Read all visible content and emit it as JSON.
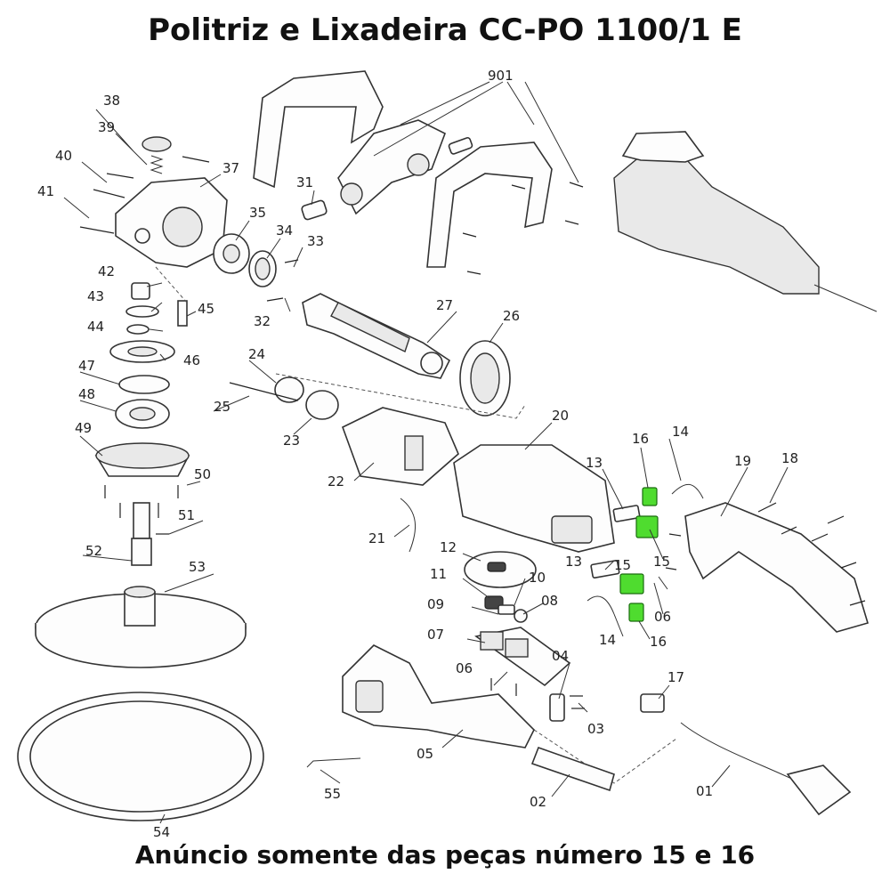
{
  "title": "Politriz e Lixadeira CC-PO 1100/1 E",
  "footer": "Anúncio somente das peças número 15 e 16",
  "highlight_color": "#4fdc2f",
  "labels": {
    "p01": "01",
    "p02": "02",
    "p03": "03",
    "p04": "04",
    "p05": "05",
    "p06a": "06",
    "p06b": "06",
    "p07": "07",
    "p08": "08",
    "p09": "09",
    "p10": "10",
    "p11": "11",
    "p12": "12",
    "p13a": "13",
    "p13b": "13",
    "p14a": "14",
    "p14b": "14",
    "p15a": "15",
    "p15b": "15",
    "p16a": "16",
    "p16b": "16",
    "p17": "17",
    "p18": "18",
    "p19": "19",
    "p20": "20",
    "p21": "21",
    "p22": "22",
    "p23": "23",
    "p24": "24",
    "p25": "25",
    "p26": "26",
    "p27": "27",
    "p31": "31",
    "p32": "32",
    "p33": "33",
    "p34": "34",
    "p35": "35",
    "p37": "37",
    "p38": "38",
    "p39": "39",
    "p40": "40",
    "p41": "41",
    "p42": "42",
    "p43": "43",
    "p44": "44",
    "p45": "45",
    "p46": "46",
    "p47": "47",
    "p48": "48",
    "p49": "49",
    "p50": "50",
    "p51": "51",
    "p52": "52",
    "p53": "53",
    "p54": "54",
    "p55": "55",
    "p901": "901"
  }
}
